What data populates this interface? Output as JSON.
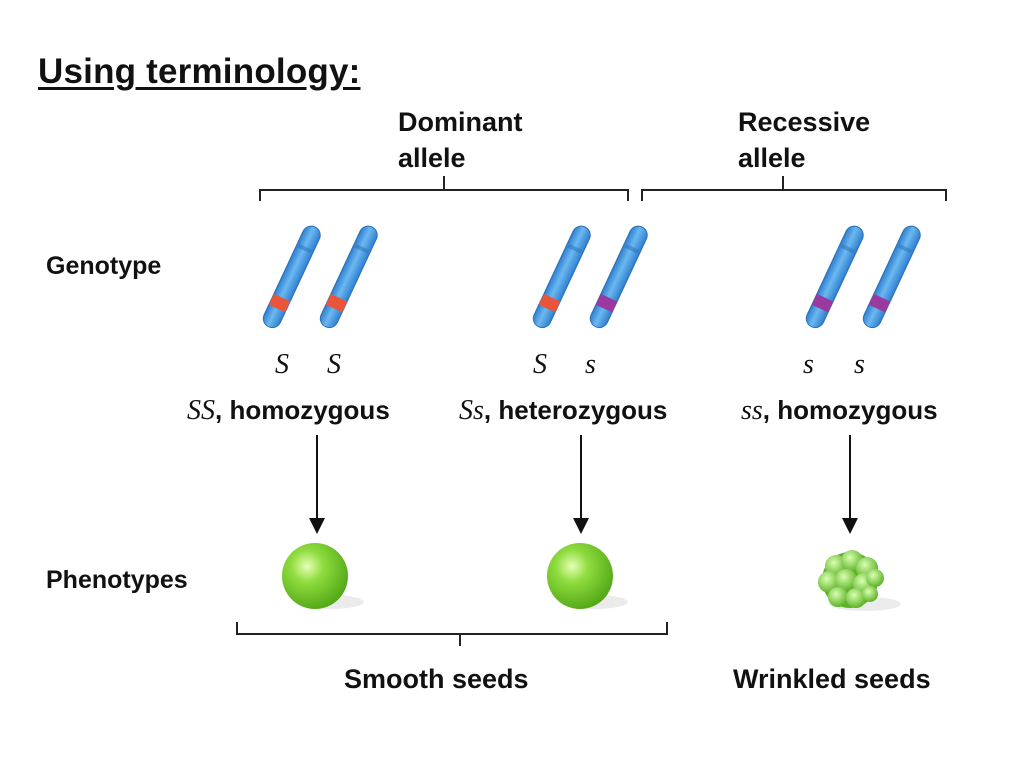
{
  "title": "Using terminology:",
  "headers": {
    "dominant": [
      "Dominant",
      "allele"
    ],
    "recessive": [
      "Recessive",
      "allele"
    ]
  },
  "row_labels": {
    "genotype": "Genotype",
    "phenotypes": "Phenotypes"
  },
  "alleles": {
    "ss_dom": [
      "S",
      "S"
    ],
    "ss_het": [
      "S",
      "s"
    ],
    "ss_rec": [
      "s",
      "s"
    ]
  },
  "genotypes": [
    {
      "symbol": "SS",
      "text": ", homozygous"
    },
    {
      "symbol": "Ss",
      "text": ", heterozygous"
    },
    {
      "symbol": "ss",
      "text": ", homozygous"
    }
  ],
  "captions": {
    "smooth": "Smooth seeds",
    "wrinkled": "Wrinkled seeds"
  },
  "colors": {
    "chromosome": "#4a9fe0",
    "dominant_band": "#e8553a",
    "recessive_band": "#9a3a9e",
    "seed": "#7bd13a"
  }
}
